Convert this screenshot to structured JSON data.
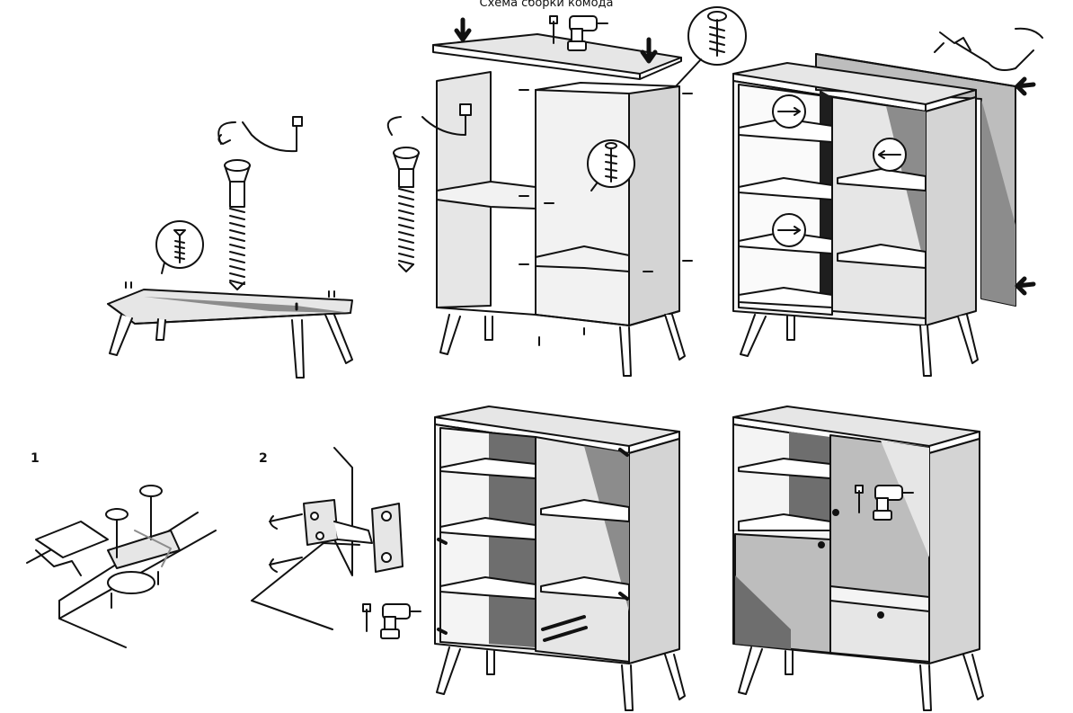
{
  "title": "Схема сборки комода",
  "steps": [
    {
      "label": "1"
    },
    {
      "label": "2"
    }
  ],
  "colors": {
    "line": "#111111",
    "panel_light": "#e6e6e6",
    "panel_mid": "#bdbdbd",
    "panel_dark": "#6e6e6e",
    "back": "#1e1e1e"
  }
}
